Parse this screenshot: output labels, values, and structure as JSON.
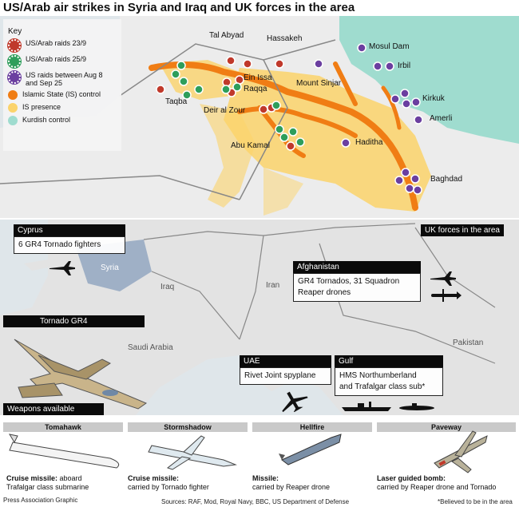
{
  "title": "US/Arab air strikes in Syria and Iraq and UK forces in the area",
  "key": {
    "heading": "Key",
    "items": [
      {
        "label": "US/Arab raids 23/9",
        "color": "#c0392b",
        "kind": "raid"
      },
      {
        "label": "US/Arab raids 25/9",
        "color": "#2e9e5b",
        "kind": "raid"
      },
      {
        "label": "US raids between Aug 8 and Sep 25",
        "color": "#6b3fa0",
        "kind": "raid"
      },
      {
        "label": "Islamic State (IS) control",
        "color": "#f07d14",
        "kind": "area"
      },
      {
        "label": "IS presence",
        "color": "#fbd36b",
        "kind": "area"
      },
      {
        "label": "Kurdish control",
        "color": "#9fdccf",
        "kind": "area"
      }
    ]
  },
  "places": {
    "tal_abyad": "Tal Abyad",
    "hassakeh": "Hassakeh",
    "mosul_dam": "Mosul Dam",
    "irbil": "Irbil",
    "ein_issa": "Ein Issa",
    "raqqa": "Raqqa",
    "mount_sinjar": "Mount Sinjar",
    "taqba": "Taqba",
    "deir_al_zour": "Deir al Zour",
    "kirkuk": "Kirkuk",
    "amerli": "Amerli",
    "abu_kamal": "Abu Kamal",
    "haditha": "Haditha",
    "baghdad": "Baghdad"
  },
  "countries": {
    "syria": "Syria",
    "iraq": "Iraq",
    "iran": "Iran",
    "saudi": "Saudi Arabia",
    "pakistan": "Pakistan"
  },
  "uk_forces": {
    "heading": "UK forces in the area",
    "cyprus": {
      "title": "Cyprus",
      "line1": "6 GR4 Tornado fighters"
    },
    "afghanistan": {
      "title": "Afghanistan",
      "line1": "GR4 Tornados, 31 Squadron",
      "line2": "Reaper drones"
    },
    "tornado": {
      "title": "Tornado GR4"
    },
    "uae": {
      "title": "UAE",
      "line1": "Rivet Joint spyplane"
    },
    "gulf": {
      "title": "Gulf",
      "line1": "HMS Northumberland",
      "line2": "and Trafalgar class sub*"
    },
    "weapons_available": "Weapons available"
  },
  "weapons": [
    {
      "name": "Tomahawk",
      "type": "Cruise missile:",
      "type_rest": " aboard",
      "desc": "Trafalgar class submarine"
    },
    {
      "name": "Stormshadow",
      "type": "Cruise missile:",
      "type_rest": "",
      "desc": "carried by Tornado fighter"
    },
    {
      "name": "Hellfire",
      "type": "Missile:",
      "type_rest": "",
      "desc": "carried by Reaper drone"
    },
    {
      "name": "Paveway",
      "type": "Laser guided bomb:",
      "type_rest": "",
      "desc": "carried by Reaper drone and Tornado"
    }
  ],
  "footer": {
    "credit": "Press Association Graphic",
    "sources": "Sources: RAF, Mod, Royal Navy, BBC, US Department of Defense",
    "note": "*Believed to be in the area"
  }
}
